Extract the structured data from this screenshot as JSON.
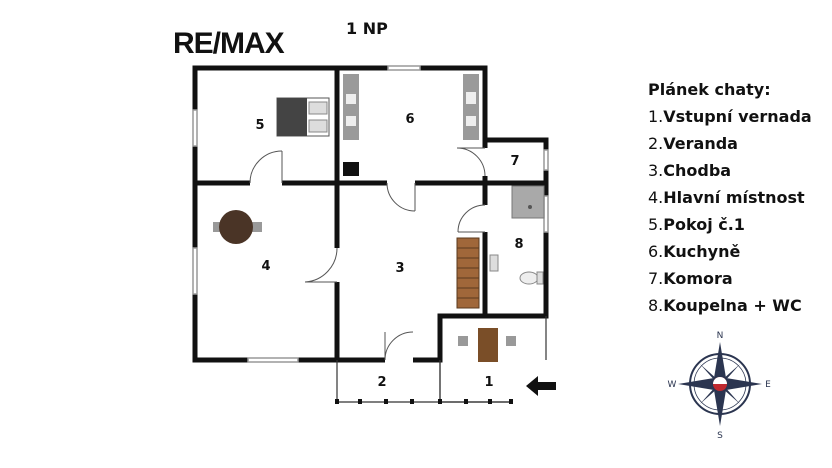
{
  "brand": {
    "logo_text": "RE/MAX"
  },
  "floor": {
    "title": "1 NP"
  },
  "legend": {
    "title": "Plánek chaty:",
    "items": [
      {
        "num": "1.",
        "label": "Vstupní vernada"
      },
      {
        "num": "2.",
        "label": "Veranda"
      },
      {
        "num": "3.",
        "label": "Chodba"
      },
      {
        "num": "4.",
        "label": "Hlavní místnost"
      },
      {
        "num": "5.",
        "label": "Pokoj č.1"
      },
      {
        "num": "6.",
        "label": "Kuchyně"
      },
      {
        "num": "7.",
        "label": "Komora"
      },
      {
        "num": "8.",
        "label": "Koupelna + WC"
      }
    ]
  },
  "rooms": [
    "1",
    "2",
    "3",
    "4",
    "5",
    "6",
    "7",
    "8"
  ],
  "compass": {
    "n": "N",
    "s": "S",
    "e": "E",
    "w": "W"
  },
  "colors": {
    "wall": "#111111",
    "accent_red": "#c0282e",
    "compass_navy": "#2b3550"
  }
}
